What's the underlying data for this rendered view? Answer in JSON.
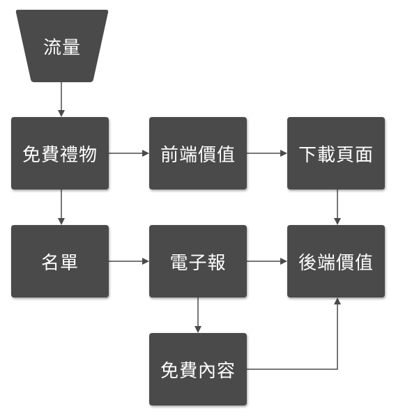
{
  "nodes": {
    "traffic": "流量",
    "free_gift": "免費禮物",
    "front_end_value": "前端價值",
    "download_page": "下載頁面",
    "list": "名單",
    "newsletter": "電子報",
    "back_end_value": "後端價值",
    "free_content": "免費內容"
  },
  "edges": [
    {
      "from": "traffic",
      "to": "free_gift"
    },
    {
      "from": "free_gift",
      "to": "front_end_value"
    },
    {
      "from": "front_end_value",
      "to": "download_page"
    },
    {
      "from": "free_gift",
      "to": "list"
    },
    {
      "from": "download_page",
      "to": "back_end_value"
    },
    {
      "from": "list",
      "to": "newsletter"
    },
    {
      "from": "newsletter",
      "to": "back_end_value"
    },
    {
      "from": "newsletter",
      "to": "free_content"
    },
    {
      "from": "free_content",
      "to": "back_end_value"
    }
  ],
  "colors": {
    "node_fill": "#4a4a4a",
    "node_text": "#ffffff",
    "connector": "#4a4a4a",
    "background": "#ffffff"
  }
}
